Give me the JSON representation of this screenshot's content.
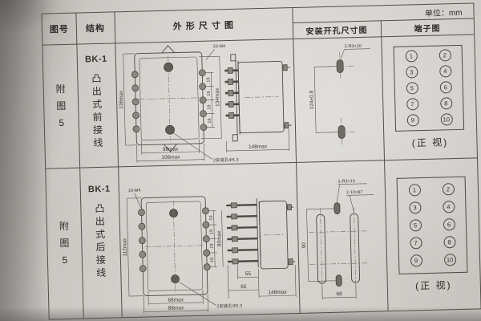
{
  "meta": {
    "unit_label": "单位：mm"
  },
  "header": {
    "drawing_no": "图号",
    "structure": "结构",
    "outline": "外 形 尺 寸 图",
    "mounting": "安装开孔尺寸图",
    "terminal": "端子图"
  },
  "rows": [
    {
      "figure_chars": [
        "附",
        "图",
        "5"
      ],
      "model": "BK-1",
      "structure_chars": [
        "凸",
        "出",
        "式",
        "前",
        "接",
        "线"
      ],
      "outline": {
        "height_left": "136max",
        "screws": "10-M4",
        "pitch": "19",
        "height_right": "134max",
        "width_inner": "98max",
        "width_outer": "106max",
        "mount_holes": "2安装孔Φ5.3",
        "depth": "148max"
      },
      "mounting": {
        "slot_label": "2-R3×10",
        "v_dim": "124±0.8"
      },
      "terminal": {
        "pins": [
          "1",
          "2",
          "3",
          "4",
          "5",
          "6",
          "7",
          "8",
          "9",
          "10"
        ],
        "caption": "(正 视)"
      }
    },
    {
      "figure_chars": [
        "附",
        "图",
        "5"
      ],
      "model": "BK-1",
      "structure_chars": [
        "凸",
        "出",
        "式",
        "后",
        "接",
        "线"
      ],
      "outline": {
        "screws": "10-M4",
        "height_left": "112max",
        "pitch": "19",
        "height_right": "80max",
        "width_inner": "68max",
        "width_outer": "88max",
        "mount_holes": "2安装孔Φ5.3",
        "depth_inner": "55",
        "depth_mid": "65",
        "depth": "148max"
      },
      "mounting": {
        "slot_label": "2-R3×10",
        "slot_label2": "2-10×87",
        "v_dim": "90",
        "h_dim": "68"
      },
      "terminal": {
        "pins": [
          "1",
          "2",
          "3",
          "4",
          "5",
          "6",
          "7",
          "8",
          "9",
          "10"
        ],
        "caption": "(正 视)"
      }
    }
  ]
}
